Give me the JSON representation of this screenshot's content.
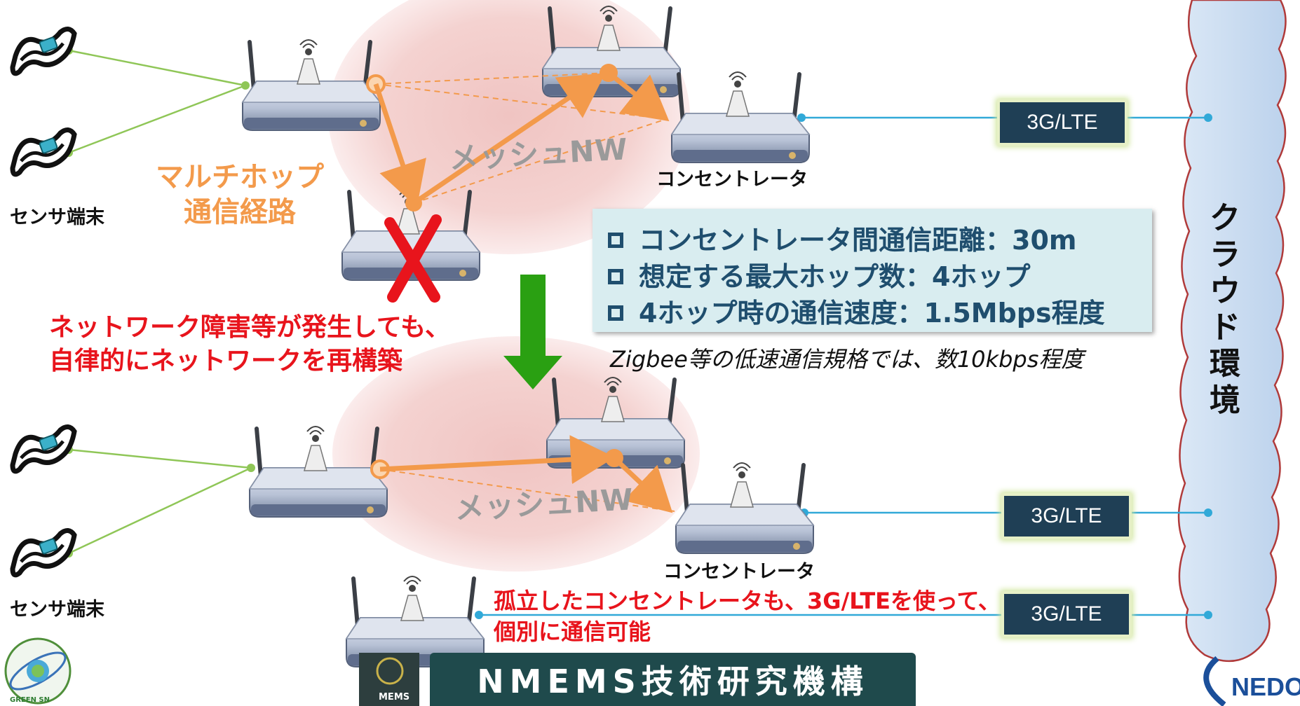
{
  "labels": {
    "sensor_terminal_top": "センサ端末",
    "sensor_terminal_bottom": "センサ端末",
    "multihop_line1": "マルチホップ",
    "multihop_line2": "通信経路",
    "mesh_top": "メッシュNW",
    "mesh_bottom": "メッシュNW",
    "concentrator_top": "コンセントレータ",
    "concentrator_bottom": "コンセントレータ",
    "failure_line1": "ネットワーク障害等が発生しても、",
    "failure_line2": "自律的にネットワークを再構築",
    "isolated_line1": "孤立したコンセントレータも、3G/LTEを使って、",
    "isolated_line2": "個別に通信可能",
    "lte_1": "3G/LTE",
    "lte_2": "3G/LTE",
    "lte_3": "3G/LTE",
    "cloud": "クラウド環境",
    "zigbee_note": "Zigbee等の低速通信規格では、数10kbps程度"
  },
  "infobox": {
    "items": [
      "コンセントレータ間通信距離：30m",
      "想定する最大ホップ数：4ホップ",
      "4ホップ時の通信速度：1.5Mbps程度"
    ]
  },
  "footer": {
    "org": "NMEMS技術研究機構",
    "logo_left_text": "GREEN SN",
    "logo_mid_text": "MEMS",
    "logo_right_text": "NEDO"
  },
  "colors": {
    "orange": "#f39a4b",
    "red": "#e8141c",
    "green_arrow": "#2aa012",
    "lte_box": "#1f3f55",
    "cloud_fill": "#c8dbef",
    "cloud_stroke": "#b03a3a",
    "mesh_fill": "#f2c6c4",
    "info_fill": "#d9edf0"
  }
}
